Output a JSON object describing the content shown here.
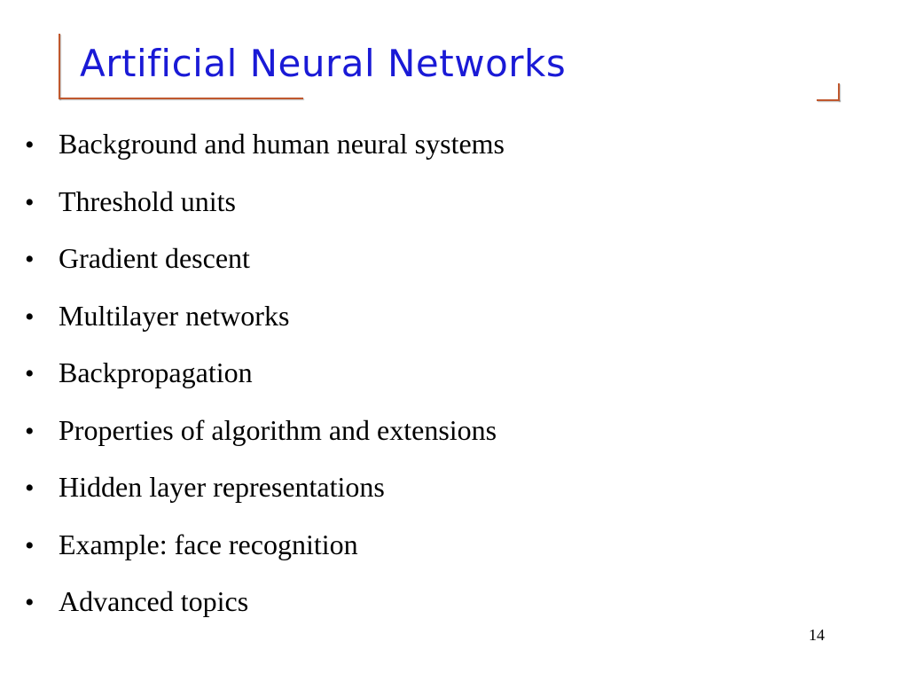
{
  "slide": {
    "title": "Artificial Neural Networks",
    "bullet_symbol": "•",
    "bullets": [
      "Background and human neural systems",
      "Threshold units",
      "Gradient descent",
      "Multilayer networks",
      "Backpropagation",
      "Properties of algorithm and extensions",
      "Hidden layer representations",
      "Example: face recognition",
      "Advanced topics"
    ],
    "page_number": "14"
  },
  "colors": {
    "title": "#1a1ad6",
    "frame": "#c0582e",
    "body_text": "#000000",
    "background": "#ffffff"
  }
}
